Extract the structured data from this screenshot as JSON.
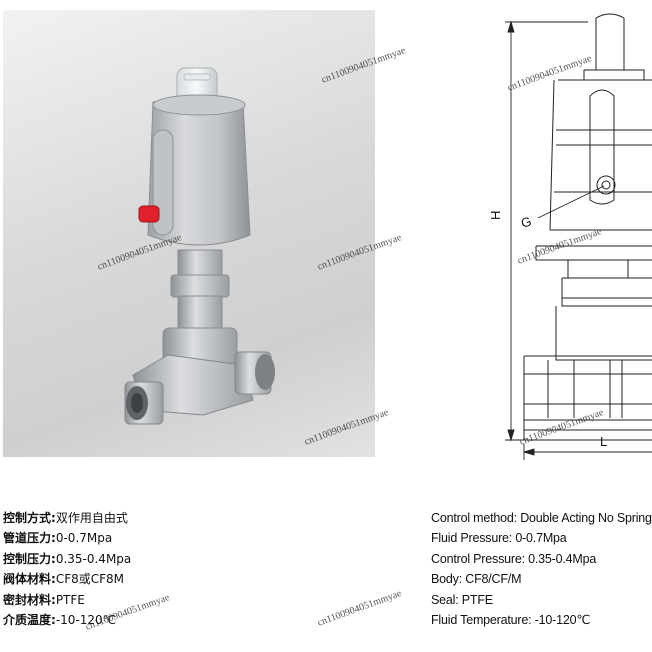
{
  "watermarks": [
    "cn1100904051mmyae",
    "cn1100904051mmyae",
    "cn1100904051mmyae",
    "cn1100904051mmyae",
    "cn1100904051mmyae",
    "cn1100904051mmyae",
    "cn1100904051mmyae",
    "cn1100904051mmyae",
    "cn1100904051mmyae"
  ],
  "drawing": {
    "label_h": "H",
    "label_g": "G",
    "label_l": "L"
  },
  "specs_cn": [
    {
      "label": "控制方式:",
      "value": "双作用自由式"
    },
    {
      "label": "管道压力:",
      "value": "0-0.7Mpa"
    },
    {
      "label": "控制压力:",
      "value": "0.35-0.4Mpa"
    },
    {
      "label": "阀体材料:",
      "value": "CF8或CF8M"
    },
    {
      "label": "密封材料:",
      "value": "PTFE"
    },
    {
      "label": "介质温度:",
      "value": "-10-120℃"
    }
  ],
  "specs_en": [
    {
      "label": "Control method: ",
      "value": "Double Acting No Spring"
    },
    {
      "label": "Fluid Pressure: ",
      "value": "0-0.7Mpa"
    },
    {
      "label": "Control Pressure: ",
      "value": "0.35-0.4Mpa"
    },
    {
      "label": "Body: ",
      "value": "CF8/CF/M"
    },
    {
      "label": "Seal: ",
      "value": "PTFE"
    },
    {
      "label": "Fluid Temperature: ",
      "value": "-10-120℃"
    }
  ],
  "colors": {
    "steel": "#b9bcbf",
    "steel_dark": "#8e9195",
    "red_fitting": "#e0202a"
  }
}
